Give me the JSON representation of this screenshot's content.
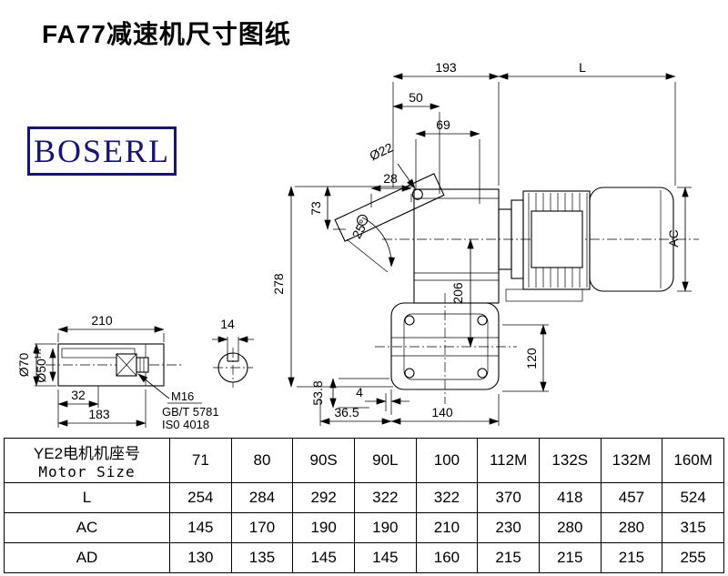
{
  "page": {
    "title": "FA77减速机尺寸图纸",
    "logo_text": "BOSERL"
  },
  "drawing": {
    "dims": {
      "d193": "193",
      "dL": "L",
      "d50": "50",
      "d69": "69",
      "d28": "28",
      "dia22": "Ø22",
      "d73": "73",
      "angle25": "25°",
      "d278": "278",
      "d206": "206",
      "dAC": "AC",
      "d120": "120",
      "d53_8": "53.8",
      "d4": "4",
      "d36_5": "36.5",
      "d140": "140",
      "d210": "210",
      "d14": "14",
      "dia70": "Ø70",
      "dia50": "Ø50",
      "dia50_tol": "H7",
      "d32": "32",
      "d183": "183",
      "bolt": "M16",
      "bolt_std1": "GB/T 5781",
      "bolt_std2": "IS0 4018"
    }
  },
  "table": {
    "header": {
      "label_cn": "YE2电机机座号",
      "label_en": "Motor Size",
      "sizes": [
        "71",
        "80",
        "90S",
        "90L",
        "100",
        "112M",
        "132S",
        "132M",
        "160M"
      ]
    },
    "rows": [
      {
        "label": "L",
        "values": [
          "254",
          "284",
          "292",
          "322",
          "322",
          "370",
          "418",
          "457",
          "524"
        ]
      },
      {
        "label": "AC",
        "values": [
          "145",
          "170",
          "190",
          "190",
          "210",
          "230",
          "280",
          "280",
          "315"
        ]
      },
      {
        "label": "AD",
        "values": [
          "130",
          "135",
          "145",
          "145",
          "160",
          "215",
          "215",
          "215",
          "255"
        ]
      }
    ]
  }
}
